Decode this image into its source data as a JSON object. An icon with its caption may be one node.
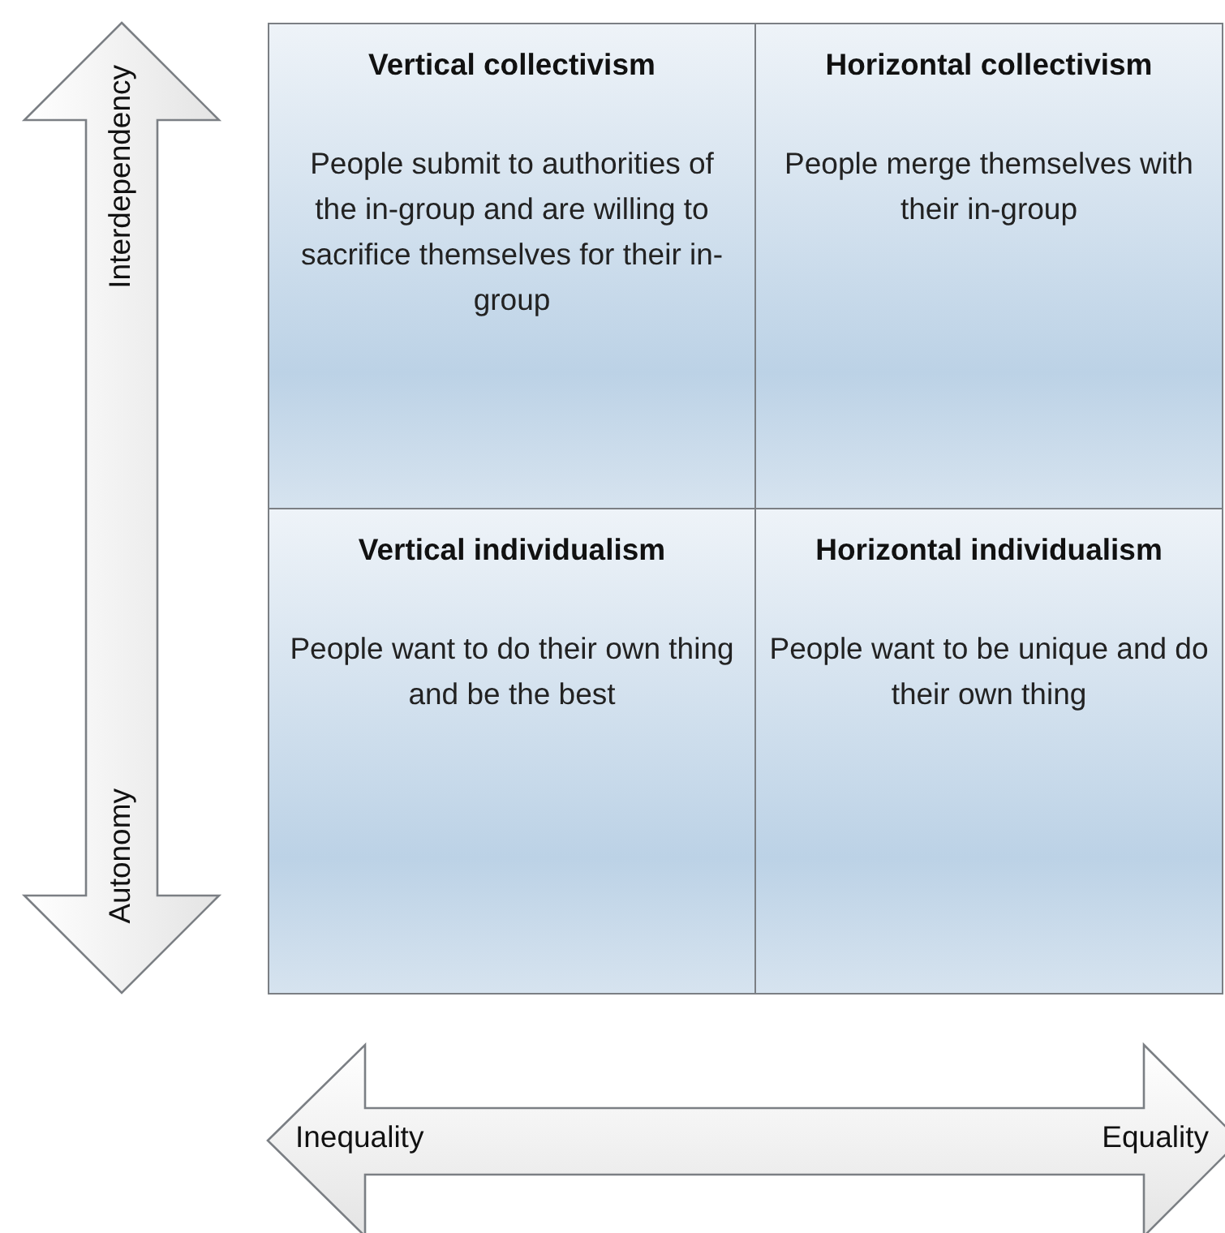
{
  "diagram": {
    "nodes": [
      {
        "text": [
          "Vertical collectivism",
          "People submit to authorities of the in-group and are willing to sacrifice themselves for their in-group"
        ]
      },
      {
        "text": [
          "Horizontal collectivism",
          "People merge themselves with their in-group"
        ]
      },
      {
        "text": [
          "Vertical individualism",
          "People want to do their own thing and be the best"
        ]
      },
      {
        "text": [
          "Horizontal individualism",
          "People want to be unique and do their own thing"
        ]
      }
    ],
    "labels": [
      "Interdependency",
      "Autonomy",
      "Inequality",
      "Equality"
    ]
  }
}
